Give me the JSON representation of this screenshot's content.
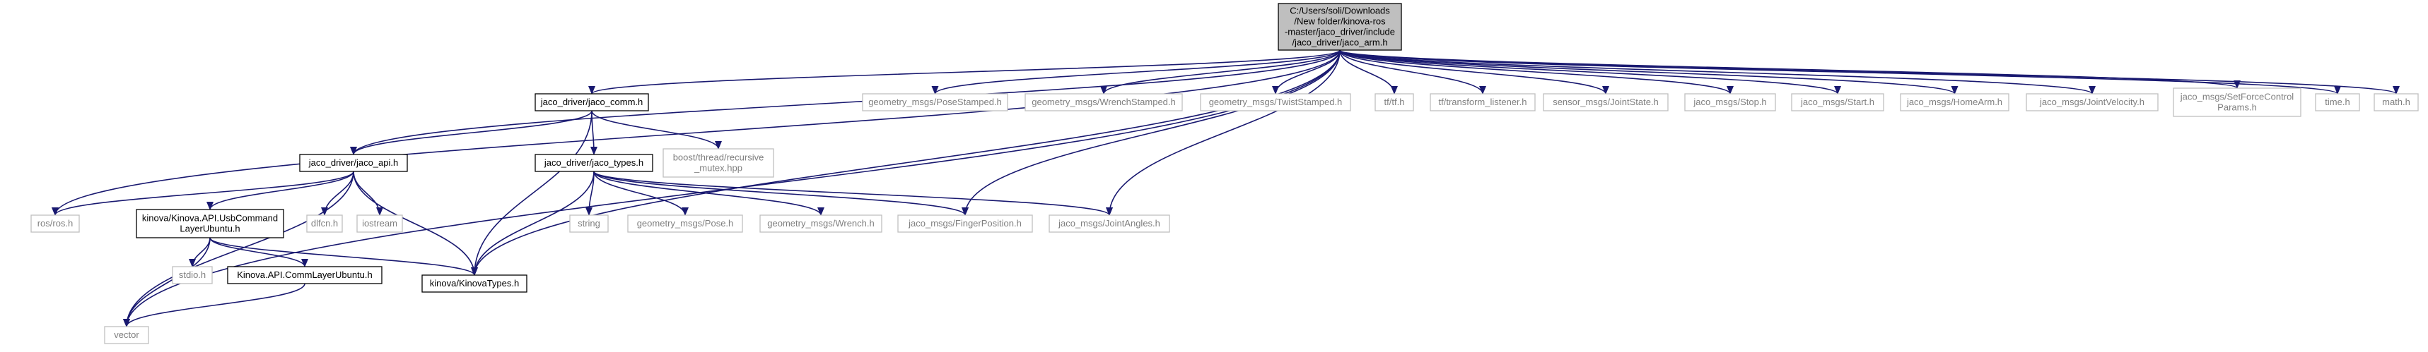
{
  "colors": {
    "root_fill": "#bfbfbf",
    "edge": "#191970",
    "documented_border": "#000000",
    "external_border": "#bfbfbf",
    "documented_text": "#000000",
    "external_text": "#7f7f7f",
    "background": "#ffffff"
  },
  "nodes": [
    {
      "id": "root",
      "lines": [
        "C:/Users/soli/Downloads",
        "/New folder/kinova-ros",
        "-master/jaco_driver/include",
        "/jaco_driver/jaco_arm.h"
      ],
      "kind": "root"
    },
    {
      "id": "comm",
      "lines": [
        "jaco_driver/jaco_comm.h"
      ],
      "kind": "doc"
    },
    {
      "id": "pose_stamped",
      "lines": [
        "geometry_msgs/PoseStamped.h"
      ],
      "kind": "ext"
    },
    {
      "id": "wrench_stamped",
      "lines": [
        "geometry_msgs/WrenchStamped.h"
      ],
      "kind": "ext"
    },
    {
      "id": "twist_stamped",
      "lines": [
        "geometry_msgs/TwistStamped.h"
      ],
      "kind": "ext"
    },
    {
      "id": "tf",
      "lines": [
        "tf/tf.h"
      ],
      "kind": "ext"
    },
    {
      "id": "tf_listener",
      "lines": [
        "tf/transform_listener.h"
      ],
      "kind": "ext"
    },
    {
      "id": "joint_state",
      "lines": [
        "sensor_msgs/JointState.h"
      ],
      "kind": "ext"
    },
    {
      "id": "stop",
      "lines": [
        "jaco_msgs/Stop.h"
      ],
      "kind": "ext"
    },
    {
      "id": "start",
      "lines": [
        "jaco_msgs/Start.h"
      ],
      "kind": "ext"
    },
    {
      "id": "home_arm",
      "lines": [
        "jaco_msgs/HomeArm.h"
      ],
      "kind": "ext"
    },
    {
      "id": "joint_velocity",
      "lines": [
        "jaco_msgs/JointVelocity.h"
      ],
      "kind": "ext"
    },
    {
      "id": "set_force",
      "lines": [
        "jaco_msgs/SetForceControl",
        "Params.h"
      ],
      "kind": "ext"
    },
    {
      "id": "time",
      "lines": [
        "time.h"
      ],
      "kind": "ext"
    },
    {
      "id": "math",
      "lines": [
        "math.h"
      ],
      "kind": "ext"
    },
    {
      "id": "api",
      "lines": [
        "jaco_driver/jaco_api.h"
      ],
      "kind": "doc"
    },
    {
      "id": "types",
      "lines": [
        "jaco_driver/jaco_types.h"
      ],
      "kind": "doc"
    },
    {
      "id": "boost_mutex",
      "lines": [
        "boost/thread/recursive",
        "_mutex.hpp"
      ],
      "kind": "ext"
    },
    {
      "id": "ros",
      "lines": [
        "ros/ros.h"
      ],
      "kind": "ext"
    },
    {
      "id": "dlfcn",
      "lines": [
        "dlfcn.h"
      ],
      "kind": "ext"
    },
    {
      "id": "iostream",
      "lines": [
        "iostream"
      ],
      "kind": "ext"
    },
    {
      "id": "usb_cmd",
      "lines": [
        "kinova/Kinova.API.UsbCommand",
        "LayerUbuntu.h"
      ],
      "kind": "doc"
    },
    {
      "id": "string",
      "lines": [
        "string"
      ],
      "kind": "ext"
    },
    {
      "id": "pose",
      "lines": [
        "geometry_msgs/Pose.h"
      ],
      "kind": "ext"
    },
    {
      "id": "wrench",
      "lines": [
        "geometry_msgs/Wrench.h"
      ],
      "kind": "ext"
    },
    {
      "id": "finger_pos",
      "lines": [
        "jaco_msgs/FingerPosition.h"
      ],
      "kind": "ext"
    },
    {
      "id": "joint_angles",
      "lines": [
        "jaco_msgs/JointAngles.h"
      ],
      "kind": "ext"
    },
    {
      "id": "stdio",
      "lines": [
        "stdio.h"
      ],
      "kind": "ext"
    },
    {
      "id": "comm_layer",
      "lines": [
        "Kinova.API.CommLayerUbuntu.h"
      ],
      "kind": "doc"
    },
    {
      "id": "kinova_types",
      "lines": [
        "kinova/KinovaTypes.h"
      ],
      "kind": "doc"
    },
    {
      "id": "vector",
      "lines": [
        "vector"
      ],
      "kind": "ext"
    }
  ],
  "edges": [
    [
      "root",
      "comm"
    ],
    [
      "root",
      "pose_stamped"
    ],
    [
      "root",
      "wrench_stamped"
    ],
    [
      "root",
      "twist_stamped"
    ],
    [
      "root",
      "tf"
    ],
    [
      "root",
      "tf_listener"
    ],
    [
      "root",
      "joint_state"
    ],
    [
      "root",
      "stop"
    ],
    [
      "root",
      "start"
    ],
    [
      "root",
      "home_arm"
    ],
    [
      "root",
      "joint_velocity"
    ],
    [
      "root",
      "set_force"
    ],
    [
      "root",
      "time"
    ],
    [
      "root",
      "math"
    ],
    [
      "root",
      "api"
    ],
    [
      "root",
      "ros"
    ],
    [
      "root",
      "vector"
    ],
    [
      "root",
      "kinova_types"
    ],
    [
      "root",
      "finger_pos"
    ],
    [
      "root",
      "joint_angles"
    ],
    [
      "comm",
      "api"
    ],
    [
      "comm",
      "types"
    ],
    [
      "comm",
      "boost_mutex"
    ],
    [
      "comm",
      "kinova_types"
    ],
    [
      "api",
      "ros"
    ],
    [
      "api",
      "dlfcn"
    ],
    [
      "api",
      "iostream"
    ],
    [
      "api",
      "usb_cmd"
    ],
    [
      "api",
      "kinova_types"
    ],
    [
      "api",
      "vector"
    ],
    [
      "types",
      "string"
    ],
    [
      "types",
      "pose"
    ],
    [
      "types",
      "wrench"
    ],
    [
      "types",
      "finger_pos"
    ],
    [
      "types",
      "joint_angles"
    ],
    [
      "types",
      "kinova_types"
    ],
    [
      "usb_cmd",
      "stdio"
    ],
    [
      "usb_cmd",
      "comm_layer"
    ],
    [
      "usb_cmd",
      "kinova_types"
    ],
    [
      "usb_cmd",
      "vector"
    ],
    [
      "comm_layer",
      "vector"
    ]
  ]
}
